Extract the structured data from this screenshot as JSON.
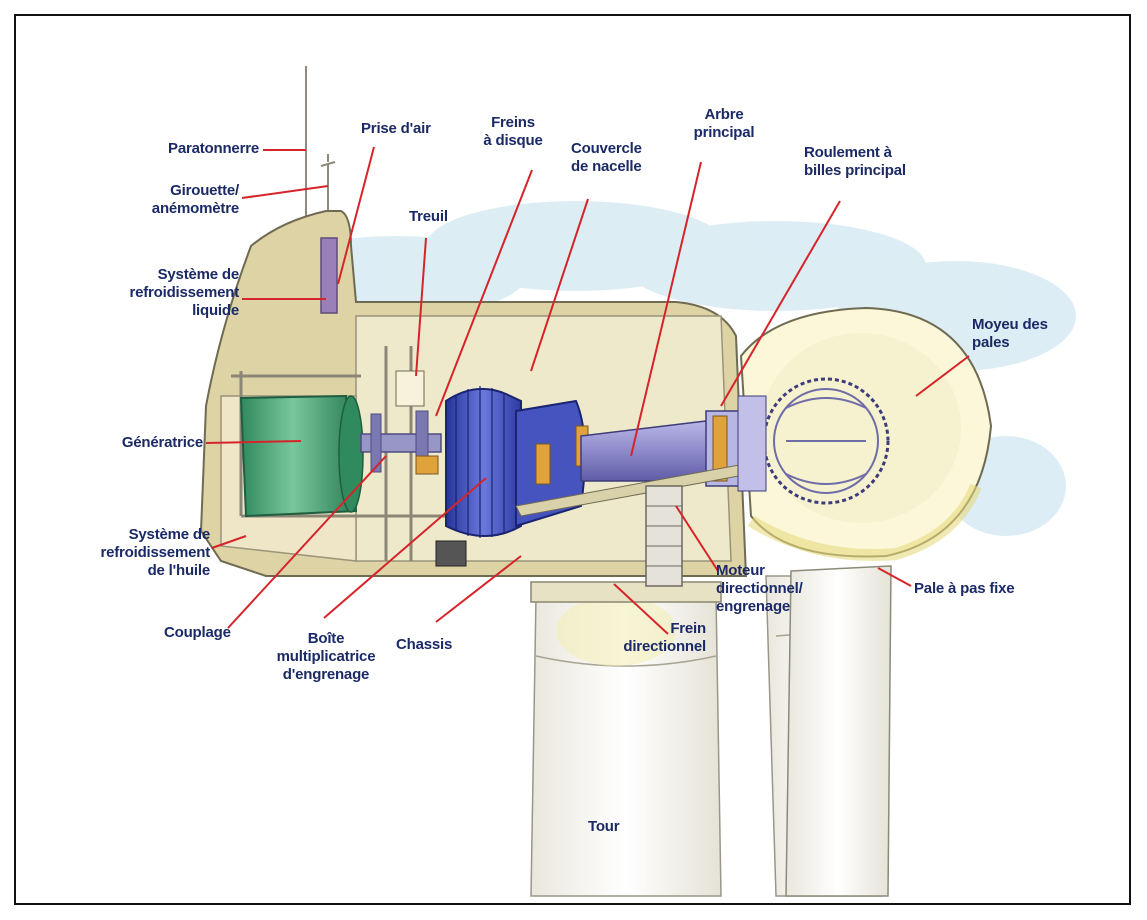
{
  "labels": {
    "paratonnerre": "Paratonnerre",
    "girouette": "Girouette/\nanémomètre",
    "refroid_liquide": "Système de\nrefroidissement\nliquide",
    "generatrice": "Génératrice",
    "refroid_huile": "Système de\nrefroidissement\nde l'huile",
    "couplage": "Couplage",
    "boite": "Boîte\nmultiplicatrice\nd'engrenage",
    "chassis": "Chassis",
    "prise_air": "Prise d'air",
    "treuil": "Treuil",
    "freins_disque": "Freins\nà disque",
    "couvercle": "Couvercle\nde nacelle",
    "arbre": "Arbre\nprincipal",
    "roulement": "Roulement à\nbilles principal",
    "moyeu": "Moyeu des\npales",
    "pale": "Pale à pas fixe",
    "moteur_dir": "Moteur\ndirectionnel/\nengrenage",
    "frein_dir": "Frein\ndirectionnel",
    "tour": "Tour"
  },
  "colors": {
    "nacelle": "#ddd3a4",
    "nacelle_light": "#efe9cc",
    "generator": "#4aa57a",
    "gearbox": "#3c4db3",
    "shaft": "#8a88cc",
    "hub": "#fbf7d8",
    "leader": "#d6242a",
    "text": "#1b2a66",
    "sky": "#d6eaf3"
  }
}
